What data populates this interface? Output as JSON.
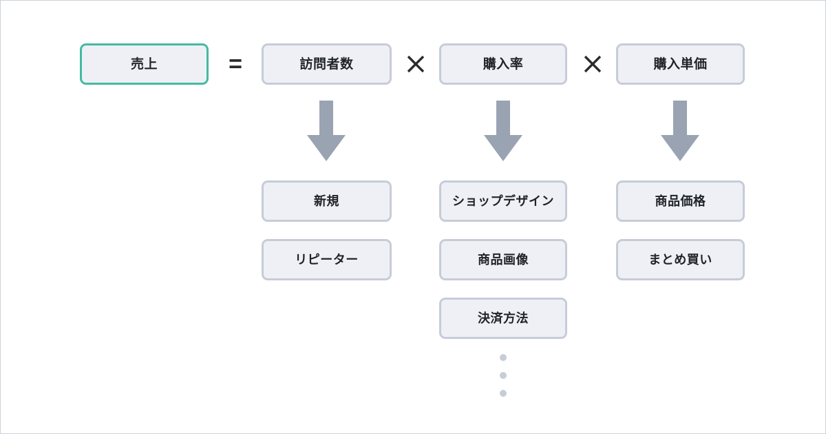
{
  "diagram": {
    "title": "売上 = 訪問者数 × 購入率 × 購入単価",
    "colors": {
      "accent": "#45b9a3",
      "box_border": "#c6ccd8",
      "box_fill": "#eef0f5",
      "arrow": "#9aa3b2",
      "dot": "#c6ccd8",
      "text": "#1f2329",
      "operator": "#2b2b2b",
      "canvas_border": "#ccd1dc",
      "background": "#ffffff"
    },
    "formula": {
      "result": {
        "label": "売上",
        "highlighted": true
      },
      "equals": "=",
      "multiply": "✕",
      "factors": [
        {
          "label": "訪問者数"
        },
        {
          "label": "購入率"
        },
        {
          "label": "購入単価"
        }
      ]
    },
    "breakdowns": [
      {
        "parent": "訪問者数",
        "items": [
          "新規",
          "リピーター"
        ],
        "has_ellipsis": false
      },
      {
        "parent": "購入率",
        "items": [
          "ショップデザイン",
          "商品画像",
          "決済方法"
        ],
        "has_ellipsis": true,
        "ellipsis_dots": 3
      },
      {
        "parent": "購入単価",
        "items": [
          "商品価格",
          "まとめ買い"
        ],
        "has_ellipsis": false
      }
    ]
  }
}
